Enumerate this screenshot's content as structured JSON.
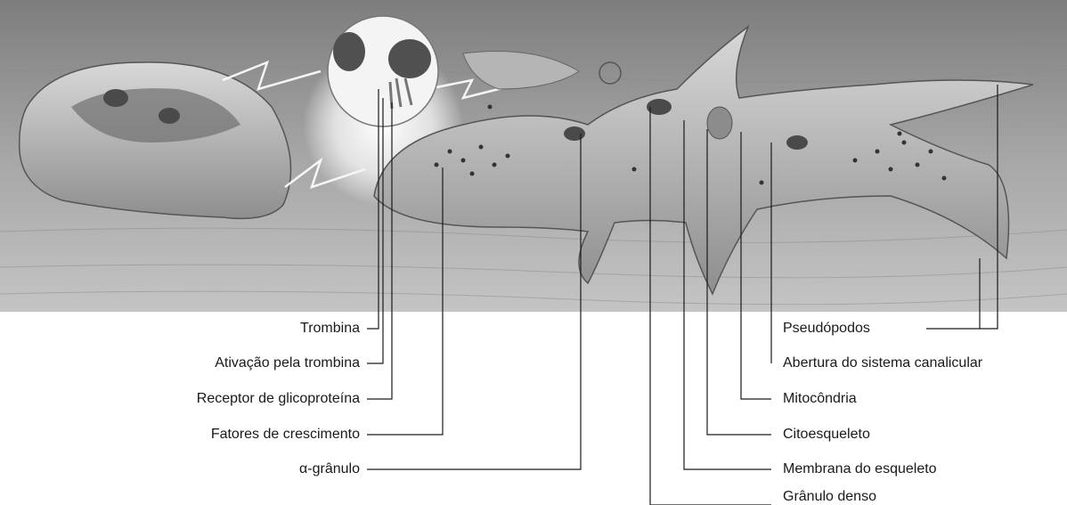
{
  "left_labels": [
    "Trombina",
    "Ativação pela trombina",
    "Receptor de glicoproteína",
    "Fatores de crescimento",
    "α-grânulo"
  ],
  "right_labels": [
    "Pseudópodos",
    "Abertura do sistema canalicular",
    "Mitocôndria",
    "Citoesqueleto",
    "Membrana do esqueleto",
    "Grânulo denso"
  ],
  "colors": {
    "background": "#ffffff",
    "scene": "#9a9a9a",
    "platelet": "#c9c9c9",
    "leader": "#1a1a1a"
  }
}
